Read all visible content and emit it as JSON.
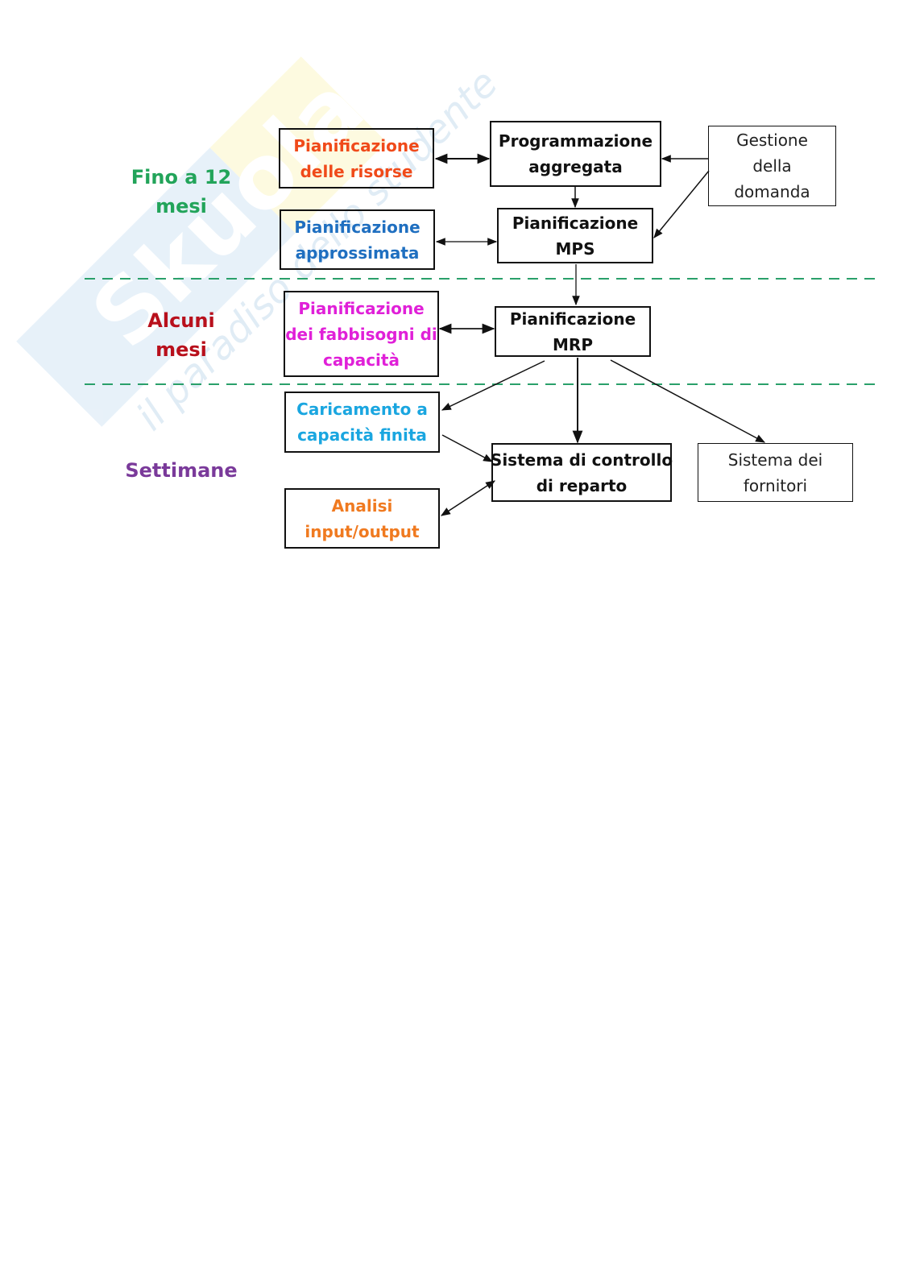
{
  "watermark": {
    "brand": "Skuola.net",
    "tagline": "il paradiso dello studente"
  },
  "time_horizons": [
    {
      "id": "long",
      "lines": [
        "Fino a 12",
        "mesi"
      ],
      "color": "#22a45a"
    },
    {
      "id": "medium",
      "lines": [
        "Alcuni",
        "mesi"
      ],
      "color": "#b8101c"
    },
    {
      "id": "short",
      "lines": [
        "Settimane"
      ],
      "color": "#7a3a9a"
    }
  ],
  "boxes": {
    "pianificazione_risorse": {
      "lines": [
        "Pianificazione",
        "delle risorse"
      ],
      "color": "#f04a1a"
    },
    "pianificazione_approssimata": {
      "lines": [
        "Pianificazione",
        "approssimata"
      ],
      "color": "#1f6fc0"
    },
    "pianificazione_fabbisogni": {
      "lines": [
        "Pianificazione",
        "dei fabbisogni di",
        "capacità"
      ],
      "color": "#e020d8"
    },
    "caricamento_capacita": {
      "lines": [
        "Caricamento a",
        "capacità finita"
      ],
      "color": "#1aa6e0"
    },
    "analisi_io": {
      "lines": [
        "Analisi",
        "input/output"
      ],
      "color": "#f07a20"
    },
    "programmazione_aggregata": {
      "lines": [
        "Programmazione",
        "aggregata"
      ],
      "color": "#111111"
    },
    "pianificazione_mps": {
      "lines": [
        "Pianificazione",
        "MPS"
      ],
      "color": "#111111"
    },
    "pianificazione_mrp": {
      "lines": [
        "Pianificazione",
        "MRP"
      ],
      "color": "#111111"
    },
    "sistema_controllo": {
      "lines": [
        "Sistema di controllo",
        "di reparto"
      ],
      "color": "#111111"
    },
    "gestione_domanda": {
      "lines": [
        "Gestione",
        "della",
        "domanda"
      ],
      "color": "#222222"
    },
    "sistema_fornitori": {
      "lines": [
        "Sistema dei",
        "fornitori"
      ],
      "color": "#222222"
    }
  },
  "divider_color": "#2aa06a",
  "connections": [
    {
      "from": "pianificazione_risorse",
      "to": "programmazione_aggregata",
      "type": "bidirectional"
    },
    {
      "from": "gestione_domanda",
      "to": "programmazione_aggregata",
      "type": "arrow"
    },
    {
      "from": "gestione_domanda",
      "to": "pianificazione_mps",
      "type": "arrow"
    },
    {
      "from": "programmazione_aggregata",
      "to": "pianificazione_mps",
      "type": "arrow"
    },
    {
      "from": "pianificazione_approssimata",
      "to": "pianificazione_mps",
      "type": "bidirectional"
    },
    {
      "from": "pianificazione_mps",
      "to": "pianificazione_mrp",
      "type": "arrow"
    },
    {
      "from": "pianificazione_fabbisogni",
      "to": "pianificazione_mrp",
      "type": "bidirectional"
    },
    {
      "from": "pianificazione_mrp",
      "to": "caricamento_capacita",
      "type": "arrow"
    },
    {
      "from": "pianificazione_mrp",
      "to": "sistema_controllo",
      "type": "arrow"
    },
    {
      "from": "pianificazione_mrp",
      "to": "sistema_fornitori",
      "type": "arrow"
    },
    {
      "from": "caricamento_capacita",
      "to": "sistema_controllo",
      "type": "arrow"
    },
    {
      "from": "analisi_io",
      "to": "sistema_controllo",
      "type": "bidirectional"
    }
  ]
}
